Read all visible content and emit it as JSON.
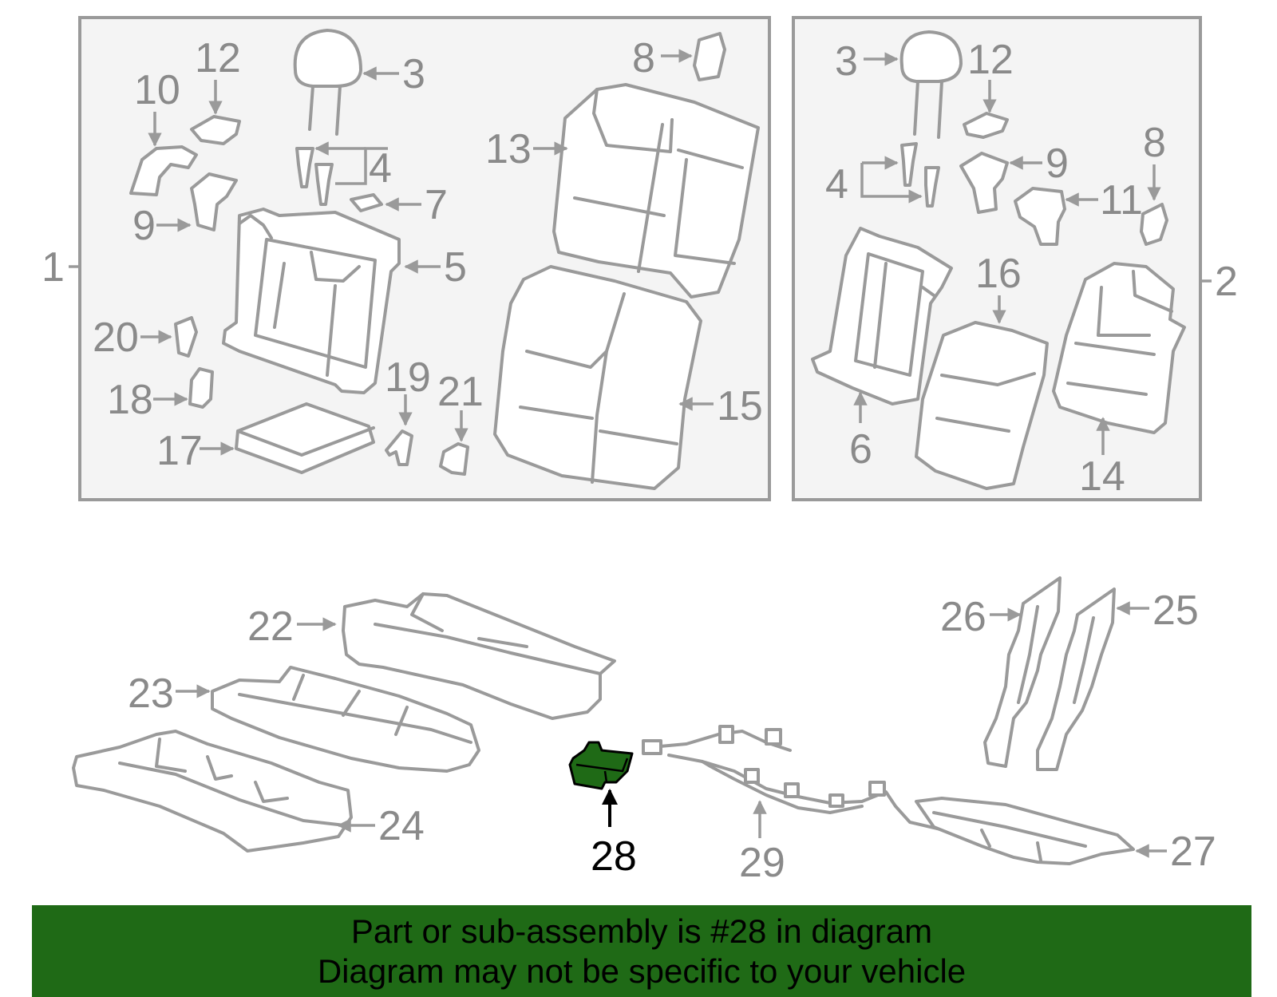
{
  "diagram": {
    "highlight_color": "#1f6a16",
    "labels": {
      "l1": "1",
      "l2": "2",
      "a3": "3",
      "a4": "4",
      "a5": "5",
      "a7": "7",
      "a8": "8",
      "a9": "9",
      "a10": "10",
      "a12": "12",
      "a13": "13",
      "a15": "15",
      "a17": "17",
      "a18": "18",
      "a19": "19",
      "a20": "20",
      "a21": "21",
      "b3": "3",
      "b4": "4",
      "b6": "6",
      "b8": "8",
      "b9": "9",
      "b11": "11",
      "b12": "12",
      "b14": "14",
      "b16": "16",
      "c22": "22",
      "c23": "23",
      "c24": "24",
      "c25": "25",
      "c26": "26",
      "c27": "27",
      "c28": "28",
      "c29": "29"
    }
  },
  "banner": {
    "line1": "Part or sub-assembly is #28 in diagram",
    "line2": "Diagram may not be specific to your vehicle",
    "background": "#1f6a16"
  }
}
